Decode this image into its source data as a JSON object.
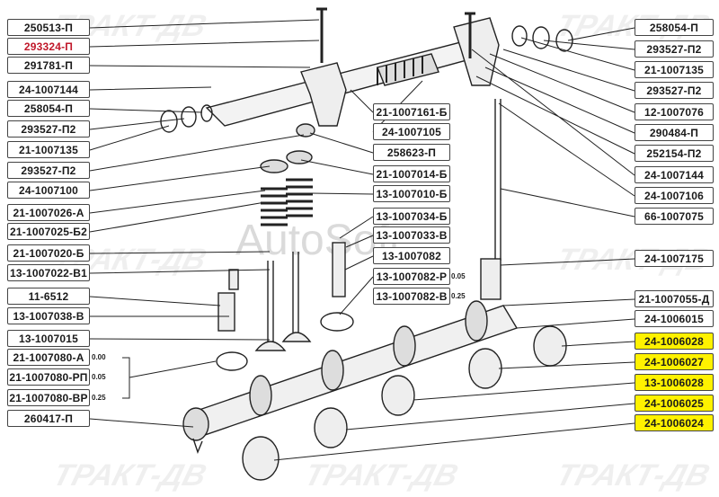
{
  "watermark": {
    "brand": "ТРАКТ-ДВ",
    "software": "AutoSoft"
  },
  "left_labels": [
    {
      "text": "250513-П"
    },
    {
      "text": "293324-П",
      "highlight": "red"
    },
    {
      "text": "291781-П"
    },
    {
      "text": "24-1007144"
    },
    {
      "text": "258054-П"
    },
    {
      "text": "293527-П2"
    },
    {
      "text": "21-1007135"
    },
    {
      "text": "293527-П2"
    },
    {
      "text": "24-1007100"
    },
    {
      "text": "21-1007026-А"
    },
    {
      "text": "21-1007025-Б2"
    },
    {
      "text": "21-1007020-Б"
    },
    {
      "text": "13-1007022-В1"
    },
    {
      "text": "11-6512"
    },
    {
      "text": "13-1007038-В"
    },
    {
      "text": "13-1007015"
    },
    {
      "text": "21-1007080-А"
    },
    {
      "text": "21-1007080-РП"
    },
    {
      "text": "21-1007080-ВР"
    },
    {
      "text": "260417-П"
    }
  ],
  "middle_labels": [
    {
      "text": "21-1007161-Б"
    },
    {
      "text": "24-1007105"
    },
    {
      "text": "258623-П"
    },
    {
      "text": "21-1007014-Б"
    },
    {
      "text": "13-1007010-Б"
    },
    {
      "text": "13-1007034-Б"
    },
    {
      "text": "13-1007033-В"
    },
    {
      "text": "13-1007082"
    },
    {
      "text": "13-1007082-Р"
    },
    {
      "text": "13-1007082-В"
    }
  ],
  "right_labels": [
    {
      "text": "258054-П"
    },
    {
      "text": "293527-П2"
    },
    {
      "text": "21-1007135"
    },
    {
      "text": "293527-П2"
    },
    {
      "text": "12-1007076"
    },
    {
      "text": "290484-П"
    },
    {
      "text": "252154-П2"
    },
    {
      "text": "24-1007144"
    },
    {
      "text": "24-1007106"
    },
    {
      "text": "66-1007075"
    },
    {
      "text": "24-1007175"
    },
    {
      "text": "21-1007055-Д"
    },
    {
      "text": "24-1006015"
    },
    {
      "text": "24-1006028",
      "highlight": "yellow"
    },
    {
      "text": "24-1006027",
      "highlight": "yellow"
    },
    {
      "text": "13-1006028",
      "highlight": "yellow"
    },
    {
      "text": "24-1006025",
      "highlight": "yellow"
    },
    {
      "text": "24-1006024",
      "highlight": "yellow"
    }
  ],
  "size_tags": {
    "left": [
      "0.00",
      "0.05",
      "0.25"
    ],
    "middle": [
      "0.05",
      "0.25"
    ]
  },
  "colors": {
    "highlight_yellow": "#fff200",
    "highlight_red": "#c0182a",
    "border": "#444444"
  }
}
